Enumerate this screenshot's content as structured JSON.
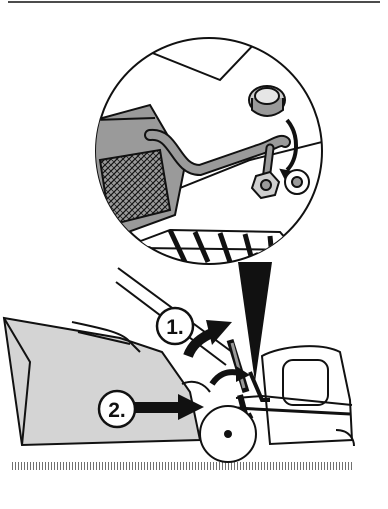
{
  "illustration": {
    "step_labels": [
      {
        "id": "step-1",
        "label": "1."
      },
      {
        "id": "step-2",
        "label": "2."
      }
    ],
    "colors": {
      "line": "#111111",
      "bag_fill": "#d4d4d4",
      "part_fill": "#9a9a9a",
      "dark_fill": "#1a1a1a",
      "background": "#ffffff"
    },
    "icons": [
      "top-rule",
      "mower-body",
      "grass-bag",
      "wheel",
      "magnified-detail-circle",
      "arrow-right",
      "arrow-curved-up",
      "hatched-base-line"
    ]
  }
}
